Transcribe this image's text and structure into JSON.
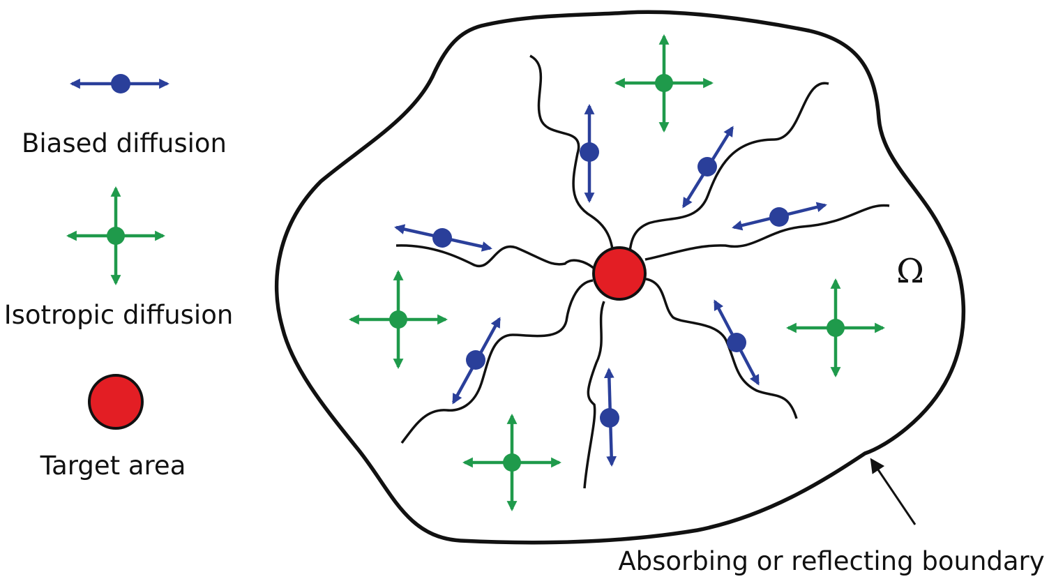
{
  "legend": {
    "biased": "Biased diffusion",
    "isotropic": "Isotropic diffusion",
    "target": "Target area"
  },
  "domain_symbol": "Ω",
  "boundary_label": "Absorbing or reflecting boundary",
  "colors": {
    "biased": "#2a3f9a",
    "isotropic": "#1f9a4b",
    "target": "#e31e24",
    "outline": "#111111"
  }
}
